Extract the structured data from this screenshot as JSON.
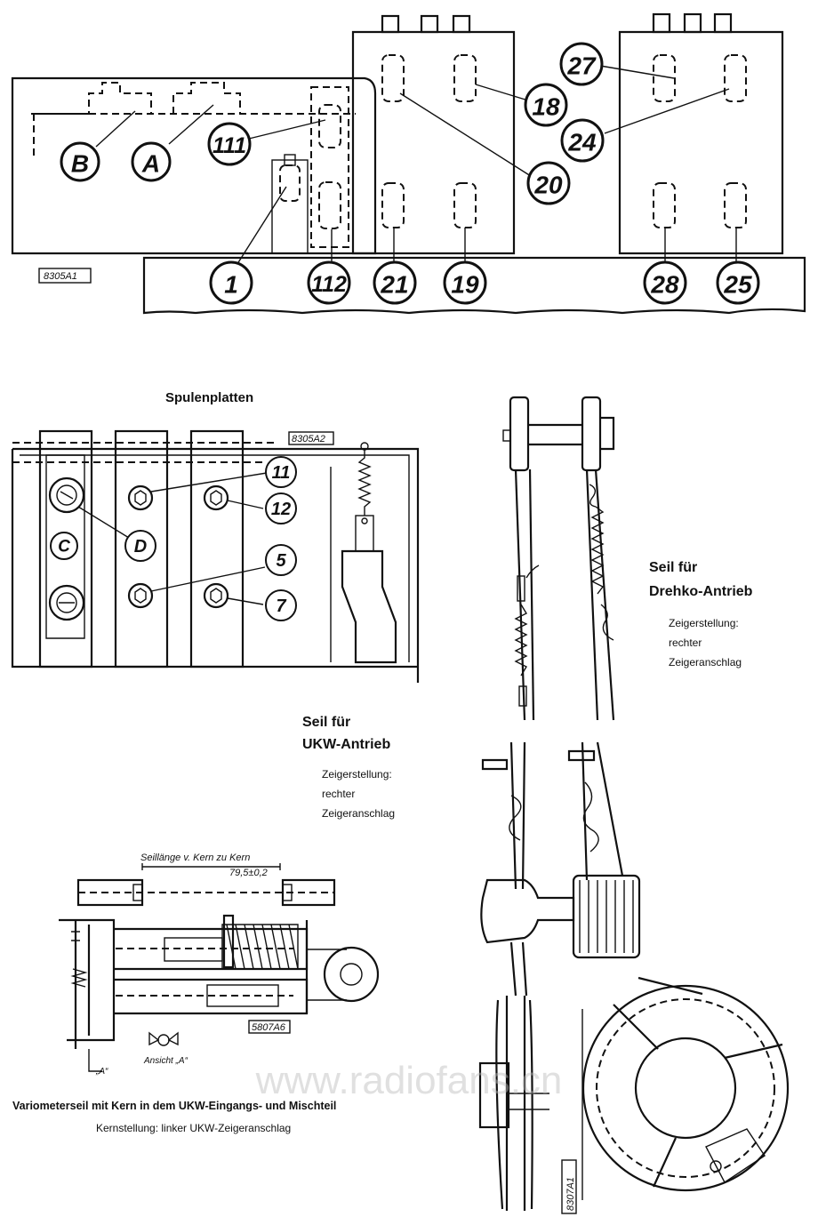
{
  "top_diagram": {
    "code": "8305A1",
    "labels": {
      "B": "B",
      "A": "A",
      "c111": "111",
      "c1": "1",
      "c112": "112",
      "c21": "21",
      "c19": "19",
      "c20": "20",
      "c18": "18",
      "c27": "27",
      "c24": "24",
      "c28": "28",
      "c25": "25"
    }
  },
  "coil_plates": {
    "title": "Spulenplatten",
    "code": "8305A2",
    "labels": {
      "c11": "11",
      "c12": "12",
      "c5": "5",
      "c7": "7",
      "D": "D",
      "C": "C"
    }
  },
  "ukw_drive": {
    "title_line1": "Seil für",
    "title_line2": "UKW-Antrieb",
    "sub1": "Zeigerstellung:",
    "sub2": "rechter",
    "sub3": "Zeigeranschlag"
  },
  "drehko_drive": {
    "title_line1": "Seil für",
    "title_line2": "Drehko-Antrieb",
    "sub1": "Zeigerstellung:",
    "sub2": "rechter",
    "sub3": "Zeigeranschlag"
  },
  "variometer": {
    "dim_label": "Seillänge v. Kern zu Kern",
    "dim_value": "79,5±0,2",
    "code": "5807A6",
    "view_label": "Ansicht „A“",
    "arrow_label": "„A“",
    "caption": "Variometerseil mit Kern in dem UKW-Eingangs- und Mischteil",
    "subcaption": "Kernstellung: linker UKW-Zeigeranschlag"
  },
  "drum_code": "8307A1",
  "watermark": "www.radiofans.cn"
}
